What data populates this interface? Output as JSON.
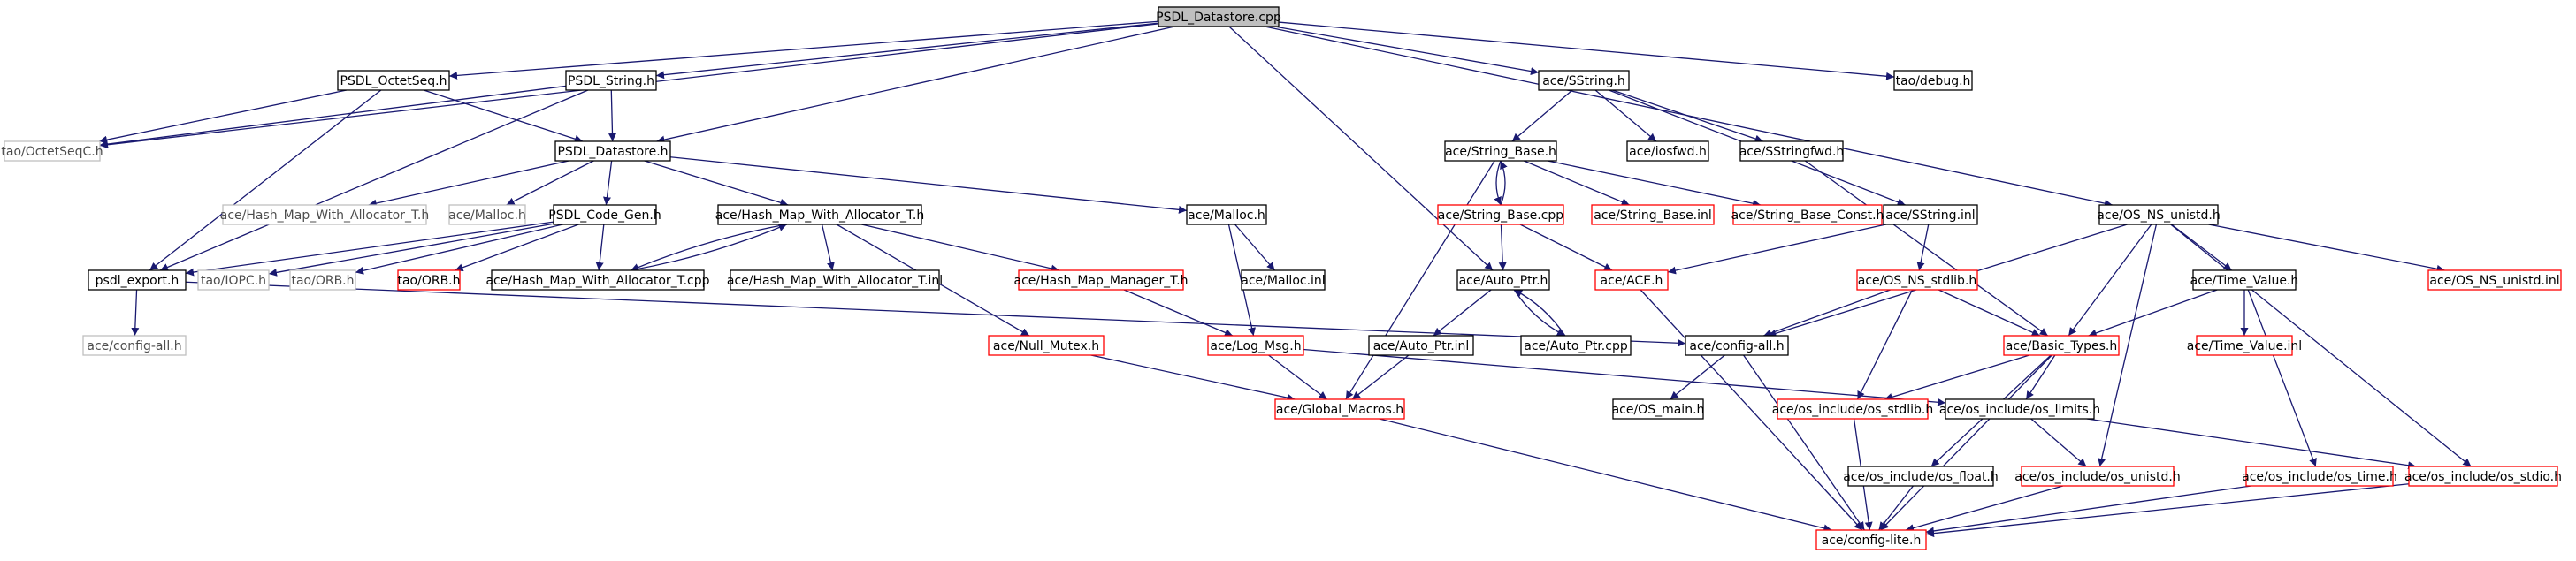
{
  "diagram": {
    "title": "PSDL_Datastore.cpp",
    "colors": {
      "root_fill": "#bfbfbf",
      "root_stroke": "#000000",
      "normal_stroke": "#000000",
      "truncated_stroke": "#ff0000",
      "leaf_stroke": "#bfbfbf",
      "leaf_text": "#4d4d4d",
      "edge": "#191970"
    },
    "nodes": [
      {
        "id": "root",
        "label": "PSDL_Datastore.cpp",
        "style": "root"
      },
      {
        "id": "octetseq",
        "label": "PSDL_OctetSeq.h",
        "style": "normal"
      },
      {
        "id": "string",
        "label": "PSDL_String.h",
        "style": "normal"
      },
      {
        "id": "octetseqc",
        "label": "tao/OctetSeqC.h",
        "style": "leaf"
      },
      {
        "id": "datastore",
        "label": "PSDL_Datastore.h",
        "style": "normal"
      },
      {
        "id": "hashmap_t_h_grey",
        "label": "ace/Hash_Map_With_Allocator_T.h",
        "style": "leaf"
      },
      {
        "id": "malloc_grey",
        "label": "ace/Malloc.h",
        "style": "leaf"
      },
      {
        "id": "codegen",
        "label": "PSDL_Code_Gen.h",
        "style": "normal"
      },
      {
        "id": "hashmap_t_h",
        "label": "ace/Hash_Map_With_Allocator_T.h",
        "style": "normal"
      },
      {
        "id": "malloc",
        "label": "ace/Malloc.h",
        "style": "normal"
      },
      {
        "id": "psdl_export",
        "label": "psdl_export.h",
        "style": "normal"
      },
      {
        "id": "iopc",
        "label": "tao/IOPC.h",
        "style": "leaf"
      },
      {
        "id": "orb_grey",
        "label": "tao/ORB.h",
        "style": "leaf"
      },
      {
        "id": "orb_red",
        "label": "tao/ORB.h",
        "style": "truncated"
      },
      {
        "id": "hashmap_cpp",
        "label": "ace/Hash_Map_With_Allocator_T.cpp",
        "style": "normal"
      },
      {
        "id": "hashmap_inl",
        "label": "ace/Hash_Map_With_Allocator_T.inl",
        "style": "normal"
      },
      {
        "id": "hash_map_manager",
        "label": "ace/Hash_Map_Manager_T.h",
        "style": "truncated"
      },
      {
        "id": "malloc_inl",
        "label": "ace/Malloc.inl",
        "style": "normal"
      },
      {
        "id": "config_all_grey",
        "label": "ace/config-all.h",
        "style": "leaf"
      },
      {
        "id": "null_mutex",
        "label": "ace/Null_Mutex.h",
        "style": "truncated"
      },
      {
        "id": "log_msg",
        "label": "ace/Log_Msg.h",
        "style": "truncated"
      },
      {
        "id": "global_macros",
        "label": "ace/Global_Macros.h",
        "style": "truncated"
      },
      {
        "id": "sstring_h",
        "label": "ace/SString.h",
        "style": "normal"
      },
      {
        "id": "tao_debug",
        "label": "tao/debug.h",
        "style": "normal"
      },
      {
        "id": "string_base_h",
        "label": "ace/String_Base.h",
        "style": "normal"
      },
      {
        "id": "iosfwd",
        "label": "ace/iosfwd.h",
        "style": "normal"
      },
      {
        "id": "sstringfwd",
        "label": "ace/SStringfwd.h",
        "style": "normal"
      },
      {
        "id": "string_base_cpp",
        "label": "ace/String_Base.cpp",
        "style": "truncated"
      },
      {
        "id": "string_base_inl",
        "label": "ace/String_Base.inl",
        "style": "truncated"
      },
      {
        "id": "string_base_const",
        "label": "ace/String_Base_Const.h",
        "style": "truncated"
      },
      {
        "id": "sstring_inl",
        "label": "ace/SString.inl",
        "style": "normal"
      },
      {
        "id": "auto_ptr_h",
        "label": "ace/Auto_Ptr.h",
        "style": "normal"
      },
      {
        "id": "ace_h",
        "label": "ace/ACE.h",
        "style": "truncated"
      },
      {
        "id": "auto_ptr_inl",
        "label": "ace/Auto_Ptr.inl",
        "style": "normal"
      },
      {
        "id": "auto_ptr_cpp",
        "label": "ace/Auto_Ptr.cpp",
        "style": "normal"
      },
      {
        "id": "os_ns_stdlib",
        "label": "ace/OS_NS_stdlib.h",
        "style": "truncated"
      },
      {
        "id": "config_all",
        "label": "ace/config-all.h",
        "style": "normal"
      },
      {
        "id": "os_main",
        "label": "ace/OS_main.h",
        "style": "normal"
      },
      {
        "id": "os_ns_unistd_h",
        "label": "ace/OS_NS_unistd.h",
        "style": "normal"
      },
      {
        "id": "basic_types",
        "label": "ace/Basic_Types.h",
        "style": "truncated"
      },
      {
        "id": "time_value_h",
        "label": "ace/Time_Value.h",
        "style": "normal"
      },
      {
        "id": "os_ns_unistd_inl",
        "label": "ace/OS_NS_unistd.inl",
        "style": "truncated"
      },
      {
        "id": "time_value_inl",
        "label": "ace/Time_Value.inl",
        "style": "truncated"
      },
      {
        "id": "os_stdlib",
        "label": "ace/os_include/os_stdlib.h",
        "style": "truncated"
      },
      {
        "id": "os_limits",
        "label": "ace/os_include/os_limits.h",
        "style": "normal"
      },
      {
        "id": "os_float",
        "label": "ace/os_include/os_float.h",
        "style": "normal"
      },
      {
        "id": "os_unistd",
        "label": "ace/os_include/os_unistd.h",
        "style": "truncated"
      },
      {
        "id": "os_time",
        "label": "ace/os_include/os_time.h",
        "style": "truncated"
      },
      {
        "id": "os_stdio",
        "label": "ace/os_include/os_stdio.h",
        "style": "truncated"
      },
      {
        "id": "config_lite",
        "label": "ace/config-lite.h",
        "style": "truncated"
      }
    ],
    "edges": [
      [
        "root",
        "octetseq"
      ],
      [
        "root",
        "string"
      ],
      [
        "root",
        "octetseqc"
      ],
      [
        "root",
        "datastore"
      ],
      [
        "root",
        "sstring_h"
      ],
      [
        "root",
        "tao_debug"
      ],
      [
        "root",
        "auto_ptr_h"
      ],
      [
        "root",
        "os_ns_unistd_h"
      ],
      [
        "octetseq",
        "octetseqc"
      ],
      [
        "octetseq",
        "datastore"
      ],
      [
        "octetseq",
        "psdl_export"
      ],
      [
        "string",
        "datastore"
      ],
      [
        "string",
        "octetseqc"
      ],
      [
        "string",
        "psdl_export"
      ],
      [
        "datastore",
        "hashmap_t_h_grey"
      ],
      [
        "datastore",
        "malloc_grey"
      ],
      [
        "datastore",
        "codegen"
      ],
      [
        "datastore",
        "hashmap_t_h"
      ],
      [
        "datastore",
        "malloc"
      ],
      [
        "codegen",
        "psdl_export"
      ],
      [
        "codegen",
        "iopc"
      ],
      [
        "codegen",
        "orb_grey"
      ],
      [
        "codegen",
        "orb_red"
      ],
      [
        "codegen",
        "hashmap_cpp"
      ],
      [
        "hashmap_t_h",
        "hashmap_cpp"
      ],
      [
        "hashmap_t_h",
        "hashmap_inl"
      ],
      [
        "hashmap_t_h",
        "hash_map_manager"
      ],
      [
        "hashmap_t_h",
        "null_mutex"
      ],
      [
        "hashmap_cpp",
        "hashmap_t_h"
      ],
      [
        "malloc",
        "malloc_inl"
      ],
      [
        "malloc",
        "log_msg"
      ],
      [
        "psdl_export",
        "config_all_grey"
      ],
      [
        "psdl_export",
        "config_all"
      ],
      [
        "hash_map_manager",
        "log_msg"
      ],
      [
        "null_mutex",
        "global_macros"
      ],
      [
        "log_msg",
        "global_macros"
      ],
      [
        "log_msg",
        "os_limits"
      ],
      [
        "sstring_h",
        "string_base_h"
      ],
      [
        "sstring_h",
        "iosfwd"
      ],
      [
        "sstring_h",
        "sstringfwd"
      ],
      [
        "sstring_h",
        "sstring_inl"
      ],
      [
        "string_base_h",
        "string_base_cpp"
      ],
      [
        "string_base_h",
        "string_base_inl"
      ],
      [
        "string_base_h",
        "string_base_const"
      ],
      [
        "string_base_h",
        "global_macros"
      ],
      [
        "string_base_cpp",
        "string_base_h"
      ],
      [
        "string_base_cpp",
        "auto_ptr_h"
      ],
      [
        "string_base_cpp",
        "ace_h"
      ],
      [
        "sstringfwd",
        "basic_types"
      ],
      [
        "sstring_inl",
        "ace_h"
      ],
      [
        "sstring_inl",
        "os_ns_stdlib"
      ],
      [
        "auto_ptr_h",
        "auto_ptr_inl"
      ],
      [
        "auto_ptr_h",
        "auto_ptr_cpp"
      ],
      [
        "auto_ptr_cpp",
        "auto_ptr_h"
      ],
      [
        "auto_ptr_inl",
        "global_macros"
      ],
      [
        "ace_h",
        "config_lite"
      ],
      [
        "os_ns_stdlib",
        "config_all"
      ],
      [
        "os_ns_stdlib",
        "basic_types"
      ],
      [
        "os_ns_stdlib",
        "os_stdlib"
      ],
      [
        "config_all",
        "os_main"
      ],
      [
        "config_all",
        "config_lite"
      ],
      [
        "os_ns_unistd_h",
        "config_all"
      ],
      [
        "os_ns_unistd_h",
        "basic_types"
      ],
      [
        "os_ns_unistd_h",
        "time_value_h"
      ],
      [
        "os_ns_unistd_h",
        "os_ns_unistd_inl"
      ],
      [
        "os_ns_unistd_h",
        "os_unistd"
      ],
      [
        "os_ns_unistd_h",
        "os_stdio"
      ],
      [
        "time_value_h",
        "basic_types"
      ],
      [
        "time_value_h",
        "time_value_inl"
      ],
      [
        "time_value_h",
        "os_time"
      ],
      [
        "basic_types",
        "os_stdlib"
      ],
      [
        "basic_types",
        "os_limits"
      ],
      [
        "basic_types",
        "os_float"
      ],
      [
        "basic_types",
        "config_lite"
      ],
      [
        "os_stdlib",
        "config_lite"
      ],
      [
        "os_limits",
        "os_unistd"
      ],
      [
        "os_limits",
        "os_stdio"
      ],
      [
        "os_float",
        "config_lite"
      ],
      [
        "os_unistd",
        "config_lite"
      ],
      [
        "os_time",
        "config_lite"
      ],
      [
        "os_stdio",
        "config_lite"
      ],
      [
        "global_macros",
        "config_lite"
      ]
    ]
  }
}
